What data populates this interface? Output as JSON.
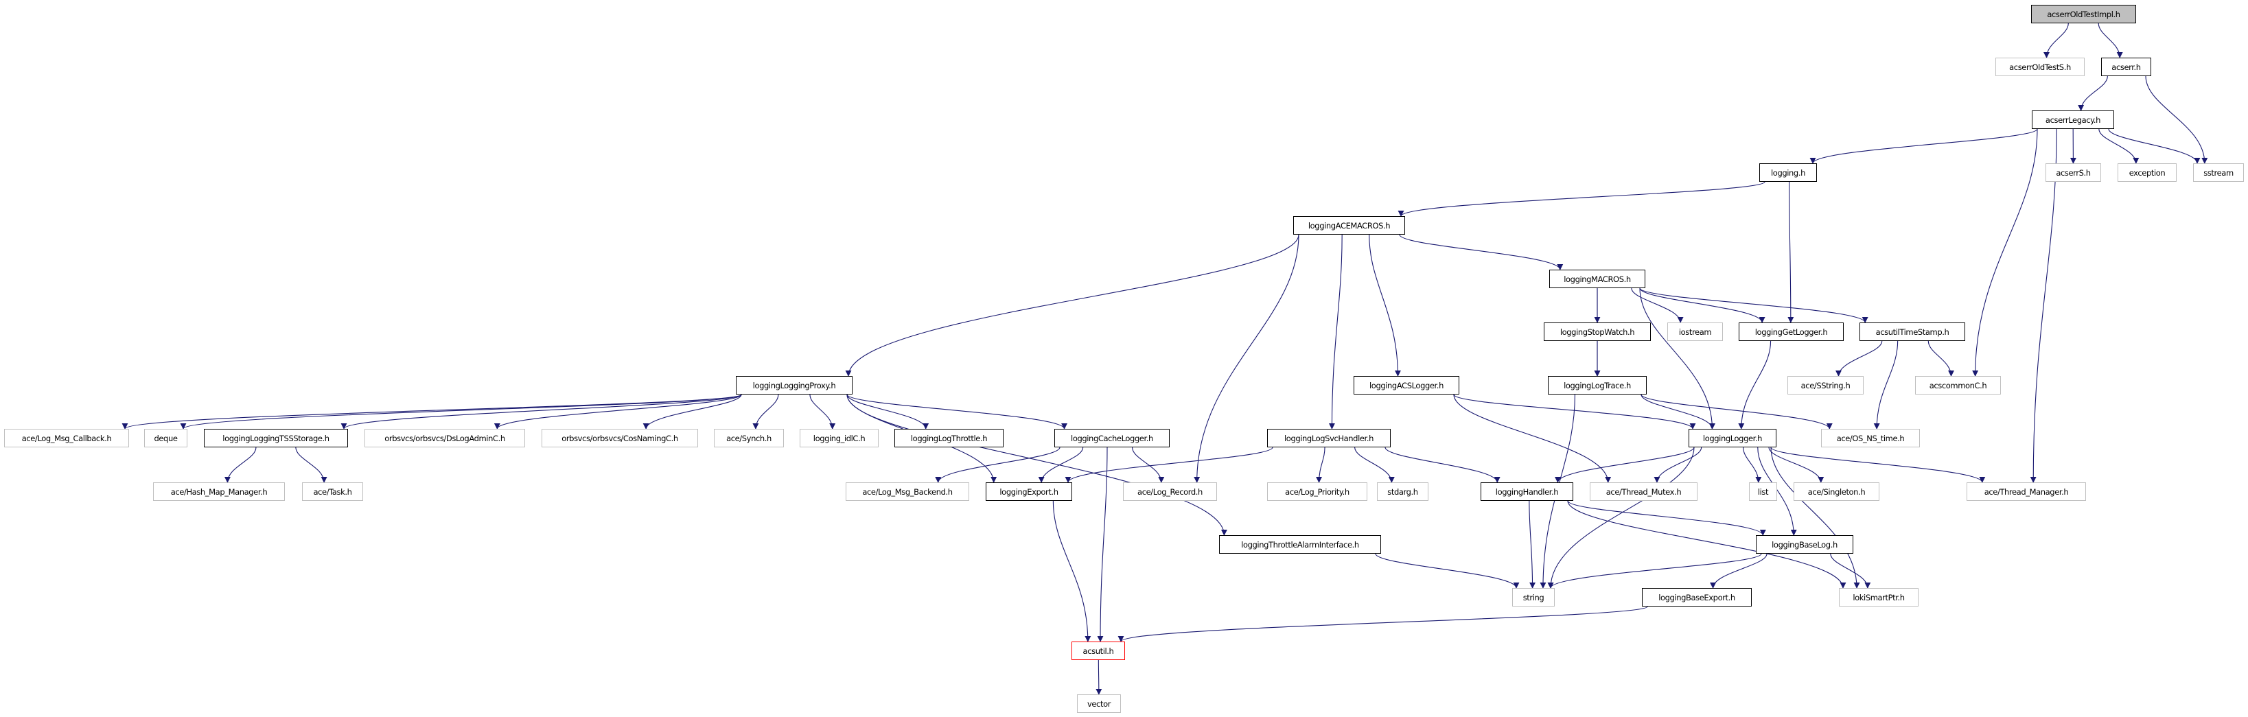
{
  "graph": {
    "colors": {
      "edge": "#191970",
      "documented_border": "#000000",
      "external_border": "#bfbfbf",
      "root_fill": "#bfbfbf",
      "highlight_border": "#ff0000"
    },
    "nodes": [
      {
        "id": "root",
        "label": "acserrOldTestImpl.h",
        "kind": "root"
      },
      {
        "id": "oldTestS",
        "label": "acserrOldTestS.h",
        "kind": "ext"
      },
      {
        "id": "acserr",
        "label": "acserr.h",
        "kind": "doc"
      },
      {
        "id": "legacy",
        "label": "acserrLegacy.h",
        "kind": "doc"
      },
      {
        "id": "acserrS",
        "label": "acserrS.h",
        "kind": "ext"
      },
      {
        "id": "exception",
        "label": "exception",
        "kind": "ext"
      },
      {
        "id": "sstream",
        "label": "sstream",
        "kind": "ext"
      },
      {
        "id": "logging",
        "label": "logging.h",
        "kind": "doc"
      },
      {
        "id": "acemacros",
        "label": "loggingACEMACROS.h",
        "kind": "doc"
      },
      {
        "id": "macros",
        "label": "loggingMACROS.h",
        "kind": "doc"
      },
      {
        "id": "stopwatch",
        "label": "loggingStopWatch.h",
        "kind": "doc"
      },
      {
        "id": "iostream",
        "label": "iostream",
        "kind": "ext"
      },
      {
        "id": "getlogger",
        "label": "loggingGetLogger.h",
        "kind": "doc"
      },
      {
        "id": "timestamp",
        "label": "acsutilTimeStamp.h",
        "kind": "doc"
      },
      {
        "id": "proxy",
        "label": "loggingLoggingProxy.h",
        "kind": "doc"
      },
      {
        "id": "acslogger",
        "label": "loggingACSLogger.h",
        "kind": "doc"
      },
      {
        "id": "logtrace",
        "label": "loggingLogTrace.h",
        "kind": "doc"
      },
      {
        "id": "sstring",
        "label": "ace/SString.h",
        "kind": "ext"
      },
      {
        "id": "acscommonC",
        "label": "acscommonC.h",
        "kind": "ext"
      },
      {
        "id": "logmsgcallback",
        "label": "ace/Log_Msg_Callback.h",
        "kind": "ext"
      },
      {
        "id": "deque",
        "label": "deque",
        "kind": "ext"
      },
      {
        "id": "tss",
        "label": "loggingLoggingTSSStorage.h",
        "kind": "doc"
      },
      {
        "id": "dslog",
        "label": "orbsvcs/orbsvcs/DsLogAdminC.h",
        "kind": "ext"
      },
      {
        "id": "cosnaming",
        "label": "orbsvcs/orbsvcs/CosNamingC.h",
        "kind": "ext"
      },
      {
        "id": "synch",
        "label": "ace/Synch.h",
        "kind": "ext"
      },
      {
        "id": "idlc",
        "label": "logging_idlC.h",
        "kind": "ext"
      },
      {
        "id": "throttle",
        "label": "loggingLogThrottle.h",
        "kind": "doc"
      },
      {
        "id": "cachelogger",
        "label": "loggingCacheLogger.h",
        "kind": "doc"
      },
      {
        "id": "svchandler",
        "label": "loggingLogSvcHandler.h",
        "kind": "doc"
      },
      {
        "id": "logger",
        "label": "loggingLogger.h",
        "kind": "doc"
      },
      {
        "id": "osnstime",
        "label": "ace/OS_NS_time.h",
        "kind": "ext"
      },
      {
        "id": "hashmap",
        "label": "ace/Hash_Map_Manager.h",
        "kind": "ext"
      },
      {
        "id": "task",
        "label": "ace/Task.h",
        "kind": "ext"
      },
      {
        "id": "msgbackend",
        "label": "ace/Log_Msg_Backend.h",
        "kind": "ext"
      },
      {
        "id": "export",
        "label": "loggingExport.h",
        "kind": "doc"
      },
      {
        "id": "logrecord",
        "label": "ace/Log_Record.h",
        "kind": "ext"
      },
      {
        "id": "logpriority",
        "label": "ace/Log_Priority.h",
        "kind": "ext"
      },
      {
        "id": "stdarg",
        "label": "stdarg.h",
        "kind": "ext"
      },
      {
        "id": "handler",
        "label": "loggingHandler.h",
        "kind": "doc"
      },
      {
        "id": "threadmutex",
        "label": "ace/Thread_Mutex.h",
        "kind": "ext"
      },
      {
        "id": "list",
        "label": "list",
        "kind": "ext"
      },
      {
        "id": "singleton",
        "label": "ace/Singleton.h",
        "kind": "ext"
      },
      {
        "id": "threadmanager",
        "label": "ace/Thread_Manager.h",
        "kind": "ext"
      },
      {
        "id": "throttlealarm",
        "label": "loggingThrottleAlarmInterface.h",
        "kind": "doc"
      },
      {
        "id": "baselog",
        "label": "loggingBaseLog.h",
        "kind": "doc"
      },
      {
        "id": "string",
        "label": "string",
        "kind": "ext"
      },
      {
        "id": "baseexport",
        "label": "loggingBaseExport.h",
        "kind": "doc"
      },
      {
        "id": "loki",
        "label": "lokiSmartPtr.h",
        "kind": "ext"
      },
      {
        "id": "acsutil",
        "label": "acsutil.h",
        "kind": "red"
      },
      {
        "id": "vector",
        "label": "vector",
        "kind": "ext"
      }
    ],
    "edges": [
      [
        "root",
        "oldTestS"
      ],
      [
        "root",
        "acserr"
      ],
      [
        "acserr",
        "legacy"
      ],
      [
        "acserr",
        "sstream"
      ],
      [
        "legacy",
        "logging"
      ],
      [
        "legacy",
        "acserrS"
      ],
      [
        "legacy",
        "exception"
      ],
      [
        "legacy",
        "sstream"
      ],
      [
        "legacy",
        "acscommonC"
      ],
      [
        "legacy",
        "threadmanager"
      ],
      [
        "logging",
        "acemacros"
      ],
      [
        "logging",
        "getlogger"
      ],
      [
        "acemacros",
        "proxy"
      ],
      [
        "acemacros",
        "logrecord"
      ],
      [
        "acemacros",
        "svchandler"
      ],
      [
        "acemacros",
        "acslogger"
      ],
      [
        "acemacros",
        "macros"
      ],
      [
        "macros",
        "stopwatch"
      ],
      [
        "macros",
        "iostream"
      ],
      [
        "macros",
        "getlogger"
      ],
      [
        "macros",
        "timestamp"
      ],
      [
        "macros",
        "logtrace"
      ],
      [
        "macros",
        "logger"
      ],
      [
        "stopwatch",
        "logtrace"
      ],
      [
        "getlogger",
        "logger"
      ],
      [
        "timestamp",
        "sstring"
      ],
      [
        "timestamp",
        "osnstime"
      ],
      [
        "timestamp",
        "acscommonC"
      ],
      [
        "logtrace",
        "logger"
      ],
      [
        "logtrace",
        "osnstime"
      ],
      [
        "logtrace",
        "string"
      ],
      [
        "acslogger",
        "logger"
      ],
      [
        "acslogger",
        "threadmutex"
      ],
      [
        "proxy",
        "logmsgcallback"
      ],
      [
        "proxy",
        "deque"
      ],
      [
        "proxy",
        "tss"
      ],
      [
        "proxy",
        "dslog"
      ],
      [
        "proxy",
        "cosnaming"
      ],
      [
        "proxy",
        "synch"
      ],
      [
        "proxy",
        "idlc"
      ],
      [
        "proxy",
        "throttle"
      ],
      [
        "proxy",
        "cachelogger"
      ],
      [
        "proxy",
        "export"
      ],
      [
        "proxy",
        "throttlealarm"
      ],
      [
        "tss",
        "hashmap"
      ],
      [
        "tss",
        "task"
      ],
      [
        "cachelogger",
        "msgbackend"
      ],
      [
        "cachelogger",
        "export"
      ],
      [
        "cachelogger",
        "logrecord"
      ],
      [
        "cachelogger",
        "acsutil"
      ],
      [
        "svchandler",
        "export"
      ],
      [
        "svchandler",
        "logpriority"
      ],
      [
        "svchandler",
        "stdarg"
      ],
      [
        "svchandler",
        "handler"
      ],
      [
        "export",
        "acsutil"
      ],
      [
        "logger",
        "handler"
      ],
      [
        "logger",
        "threadmutex"
      ],
      [
        "logger",
        "string"
      ],
      [
        "logger",
        "list"
      ],
      [
        "logger",
        "singleton"
      ],
      [
        "logger",
        "threadmanager"
      ],
      [
        "logger",
        "baselog"
      ],
      [
        "logger",
        "loki"
      ],
      [
        "handler",
        "string"
      ],
      [
        "handler",
        "baselog"
      ],
      [
        "handler",
        "loki"
      ],
      [
        "throttlealarm",
        "string"
      ],
      [
        "baselog",
        "string"
      ],
      [
        "baselog",
        "baseexport"
      ],
      [
        "baselog",
        "loki"
      ],
      [
        "baseexport",
        "acsutil"
      ],
      [
        "acsutil",
        "vector"
      ]
    ]
  }
}
